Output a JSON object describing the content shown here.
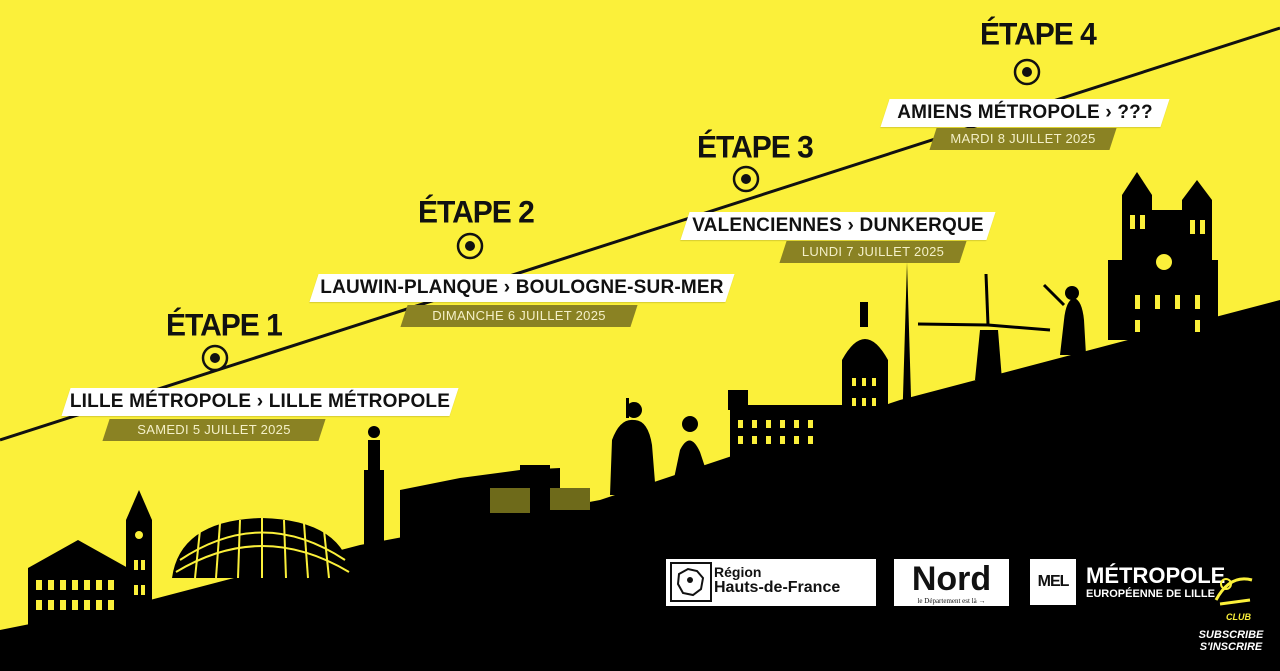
{
  "stages": [
    {
      "title": "ÉTAPE 1",
      "route": "LILLE MÉTROPOLE › LILLE MÉTROPOLE",
      "date": "SAMEDI 5 JUILLET 2025"
    },
    {
      "title": "ÉTAPE 2",
      "route": "LAUWIN-PLANQUE › BOULOGNE-SUR-MER",
      "date": "DIMANCHE 6 JUILLET 2025"
    },
    {
      "title": "ÉTAPE 3",
      "route": "VALENCIENNES › DUNKERQUE",
      "date": "LUNDI 7 JUILLET 2025"
    },
    {
      "title": "ÉTAPE 4",
      "route": "AMIENS MÉTROPOLE › ???",
      "date": "MARDI 8 JUILLET 2025"
    }
  ],
  "logos": {
    "region_line1": "Région",
    "region_line2": "Hauts-de-France",
    "nord_title": "Nord",
    "nord_tagline": "le Département est là →",
    "mel_tag": "MEL",
    "mel_title": "MÉTROPOLE",
    "mel_subtitle": "EUROPÉENNE DE LILLE"
  },
  "club": {
    "club_label": "CLUB",
    "subscribe": "SUBSCRIBE",
    "sinscrire": "S'INSCRIRE"
  },
  "colors": {
    "background": "#fbf03a",
    "silhouette": "#000000",
    "date_banner": "#8a8223",
    "route_banner": "#ffffff"
  }
}
